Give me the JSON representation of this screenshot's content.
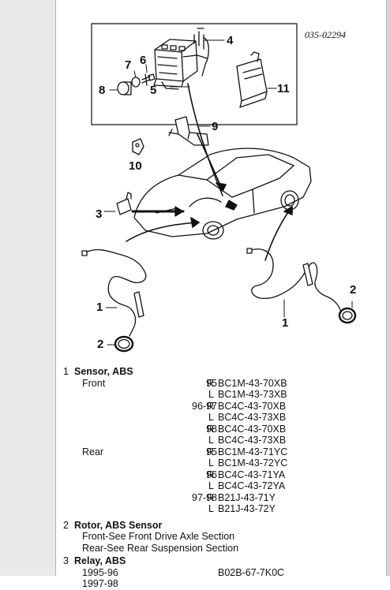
{
  "figure": {
    "code": "035-02294",
    "callouts": [
      "1",
      "1",
      "2",
      "2",
      "3",
      "4",
      "5",
      "6",
      "7",
      "8",
      "9",
      "10",
      "11"
    ]
  },
  "parts": [
    {
      "num": "1",
      "title": "Sensor, ABS",
      "rows": [
        {
          "sub": "Front",
          "year": "95",
          "side": "R",
          "pn": "BC1M-43-70XB"
        },
        {
          "sub": "",
          "year": "",
          "side": "L",
          "pn": "BC1M-43-73XB"
        },
        {
          "sub": "",
          "year": "96-97",
          "side": "R",
          "pn": "BC4C-43-70XB"
        },
        {
          "sub": "",
          "year": "",
          "side": "L",
          "pn": "BC4C-43-73XB"
        },
        {
          "sub": "",
          "year": "98",
          "side": "R",
          "pn": "BC4C-43-70XB"
        },
        {
          "sub": "",
          "year": "",
          "side": "L",
          "pn": "BC4C-43-73XB"
        },
        {
          "sub": "Rear",
          "year": "95",
          "side": "R",
          "pn": "BC1M-43-71YC"
        },
        {
          "sub": "",
          "year": "",
          "side": "L",
          "pn": "BC1M-43-72YC"
        },
        {
          "sub": "",
          "year": "96",
          "side": "R",
          "pn": "BC4C-43-71YA"
        },
        {
          "sub": "",
          "year": "",
          "side": "L",
          "pn": "BC4C-43-72YA"
        },
        {
          "sub": "",
          "year": "97-98",
          "side": "R",
          "pn": "B21J-43-71Y"
        },
        {
          "sub": "",
          "year": "",
          "side": "L",
          "pn": "B21J-43-72Y"
        }
      ]
    },
    {
      "num": "2",
      "title": "Rotor, ABS Sensor",
      "notes": [
        "Front-See Front Drive Axle Section",
        "Rear-See Rear Suspension Section"
      ]
    },
    {
      "num": "3",
      "title": "Relay, ABS",
      "years": [
        {
          "year": "1995-96",
          "pn": "B02B-67-7K0C"
        },
        {
          "year": "1997-98",
          "pn": ""
        }
      ]
    }
  ]
}
